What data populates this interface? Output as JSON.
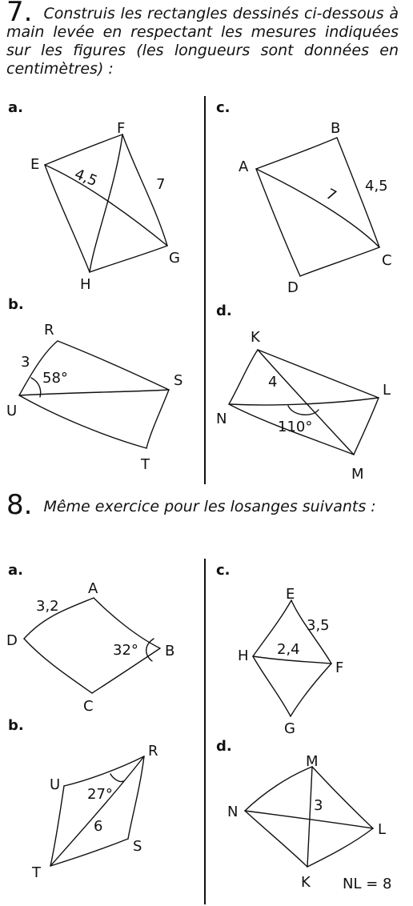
{
  "ex7": {
    "number": "7.",
    "text": "Construis les rectangles dessinés ci-dessous à main levée en respectant les mesures indiquées sur les figures (les longueurs sont données en centimètres) :",
    "a": {
      "letter": "a.",
      "F": "F",
      "E": "E",
      "G": "G",
      "H": "H",
      "m1": "4,5",
      "m2": "7"
    },
    "b": {
      "letter": "b.",
      "R": "R",
      "U": "U",
      "S": "S",
      "T": "T",
      "m1": "3",
      "angle": "58°"
    },
    "c": {
      "letter": "c.",
      "B": "B",
      "A": "A",
      "C": "C",
      "D": "D",
      "m1": "7",
      "m2": "4,5"
    },
    "d": {
      "letter": "d.",
      "K": "K",
      "L": "L",
      "N": "N",
      "M": "M",
      "m1": "4",
      "angle": "110°"
    }
  },
  "ex8": {
    "number": "8.",
    "text": "Même exercice pour les losanges suivants :",
    "a": {
      "letter": "a.",
      "A": "A",
      "D": "D",
      "B": "B",
      "C": "C",
      "m1": "3,2",
      "angle": "32°"
    },
    "b": {
      "letter": "b.",
      "R": "R",
      "U": "U",
      "S": "S",
      "T": "T",
      "m1": "6",
      "angle": "27°"
    },
    "c": {
      "letter": "c.",
      "E": "E",
      "H": "H",
      "F": "F",
      "G": "G",
      "m1": "3,5",
      "m2": "2,4"
    },
    "d": {
      "letter": "d.",
      "M": "M",
      "N": "N",
      "L": "L",
      "K": "K",
      "m1": "3",
      "note": "NL = 8"
    }
  }
}
